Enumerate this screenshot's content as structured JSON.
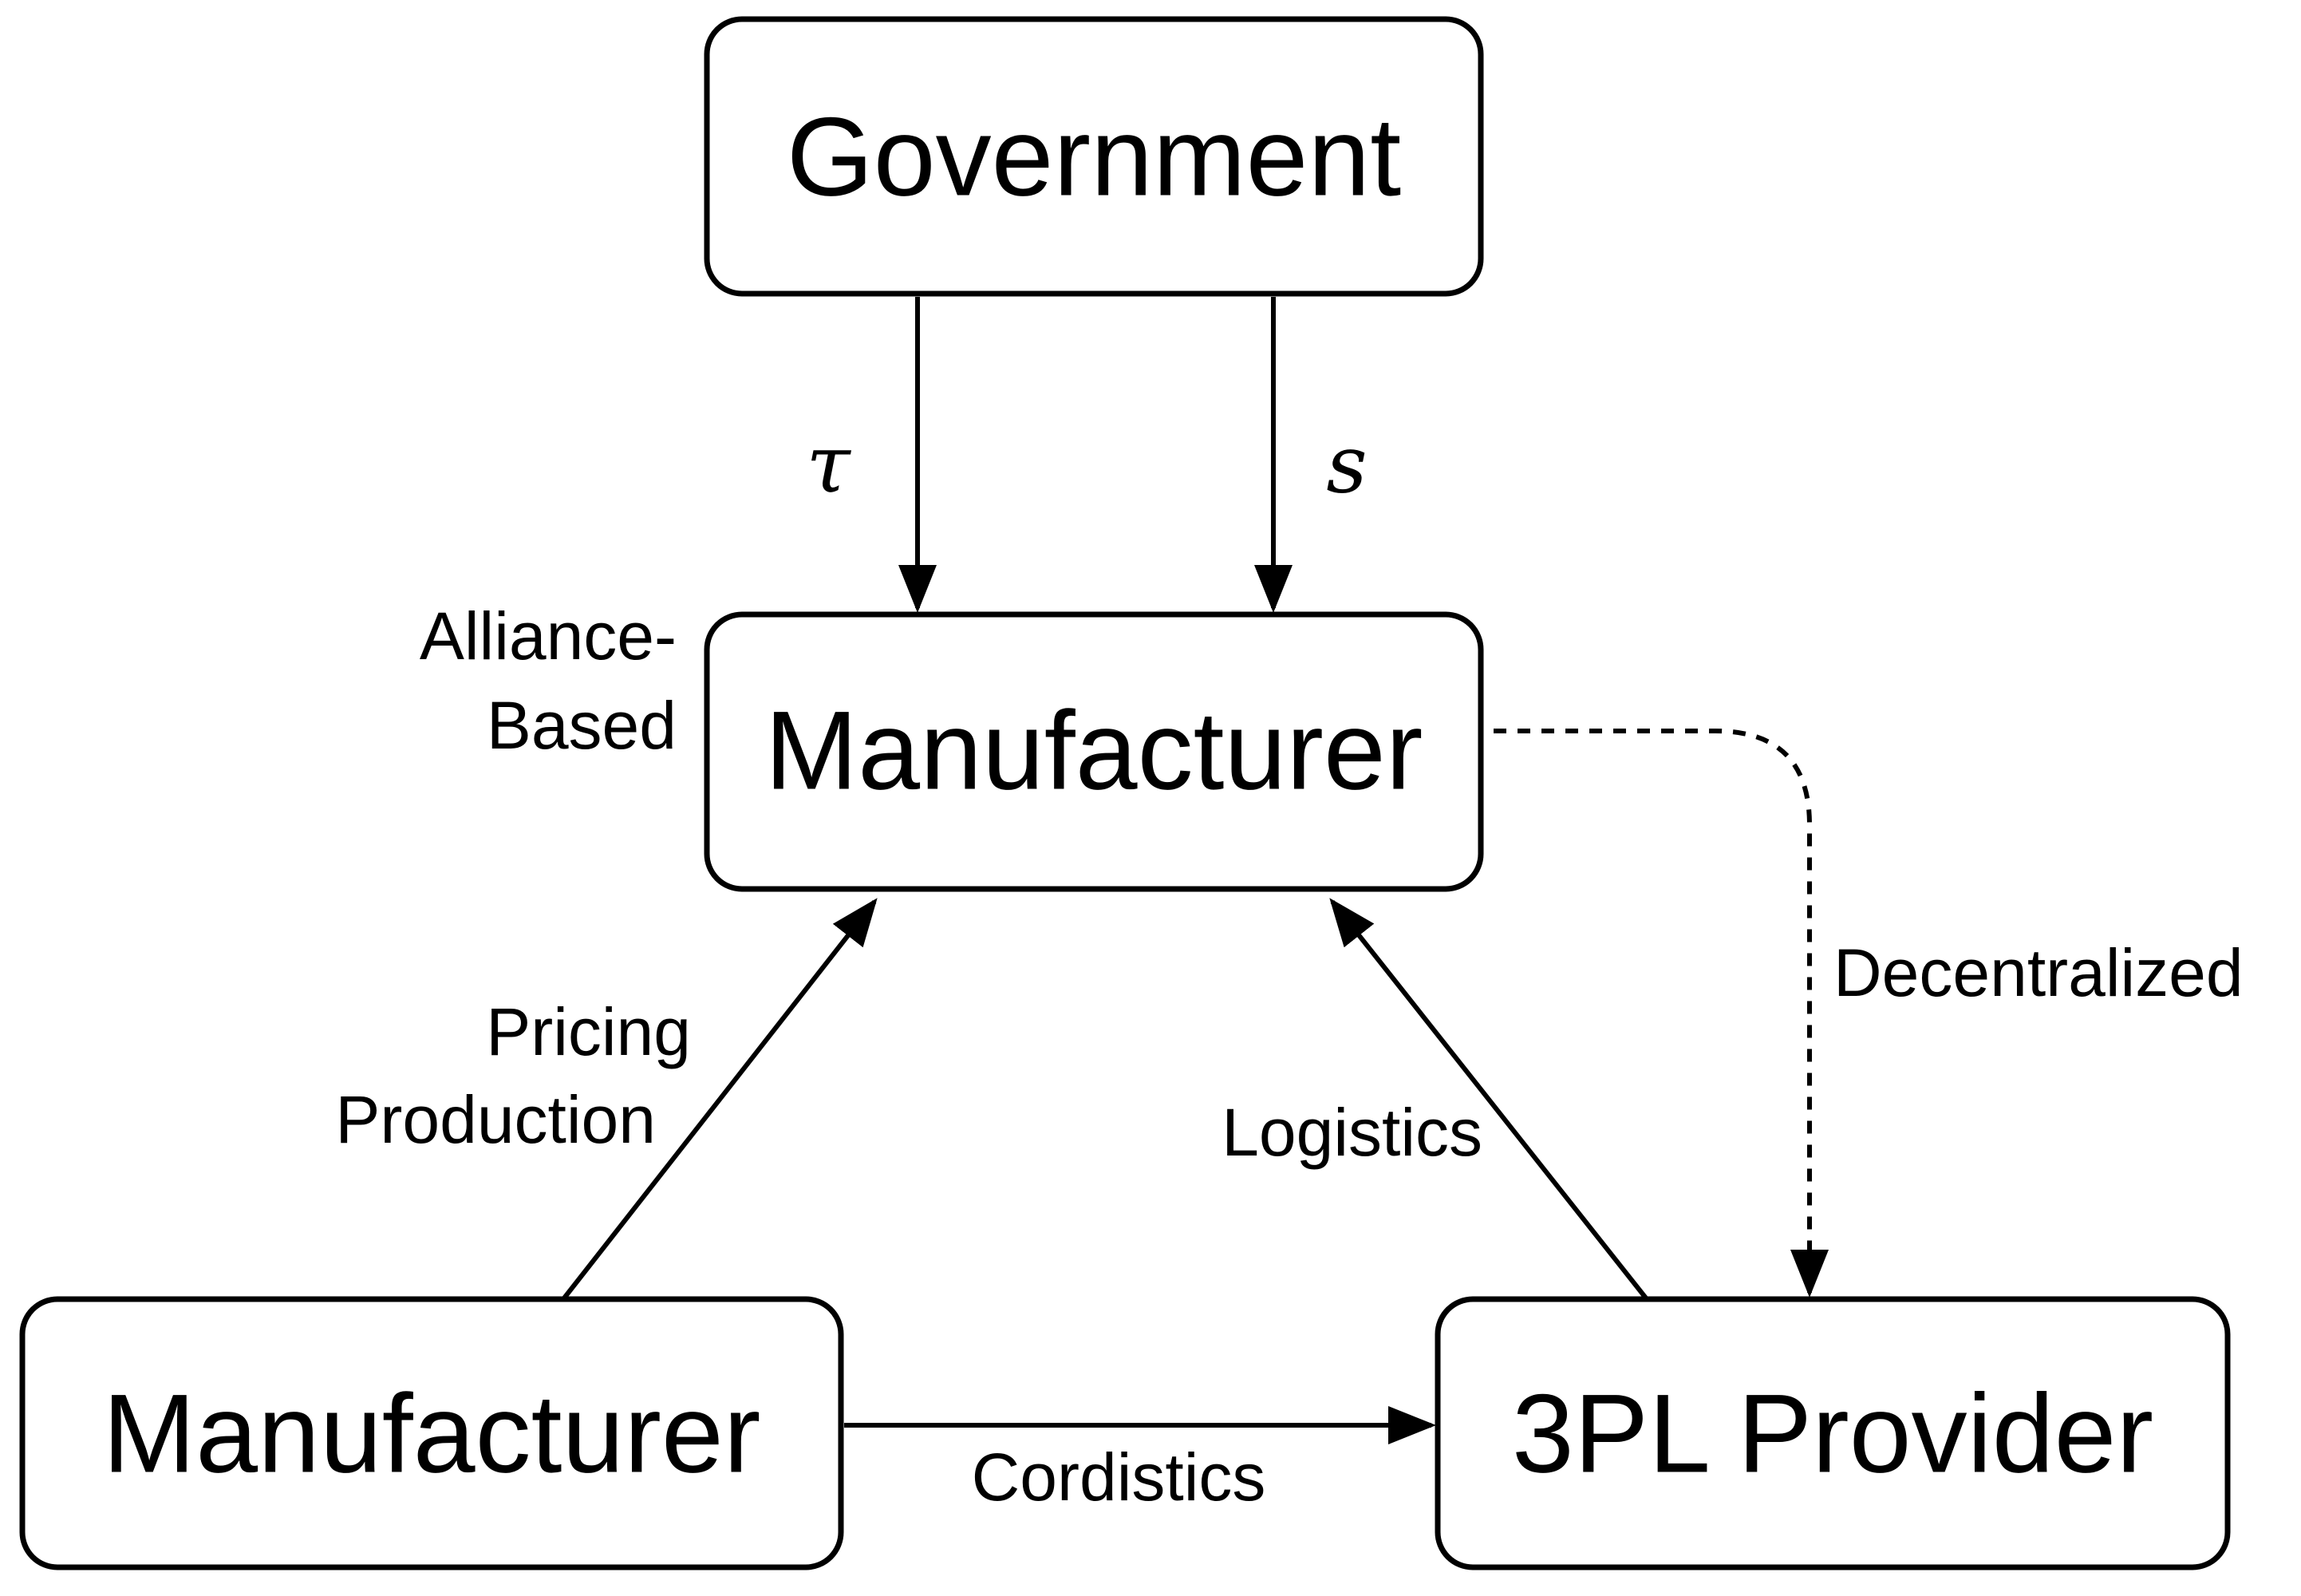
{
  "nodes": {
    "government": "Government",
    "manufacturer_top": "Manufacturer",
    "manufacturer_bottom": "Manufacturer",
    "provider": "3PL Provider"
  },
  "labels": {
    "tau": "τ",
    "s": "s",
    "alliance_line1": "Alliance-",
    "alliance_line2": "Based",
    "pricing": "Pricing",
    "production": "Production",
    "logistics": "Logistics",
    "decentralized": "Decentralized",
    "cordistics": "Cordistics"
  },
  "colors": {
    "stroke": "#000000",
    "background": "#ffffff"
  }
}
